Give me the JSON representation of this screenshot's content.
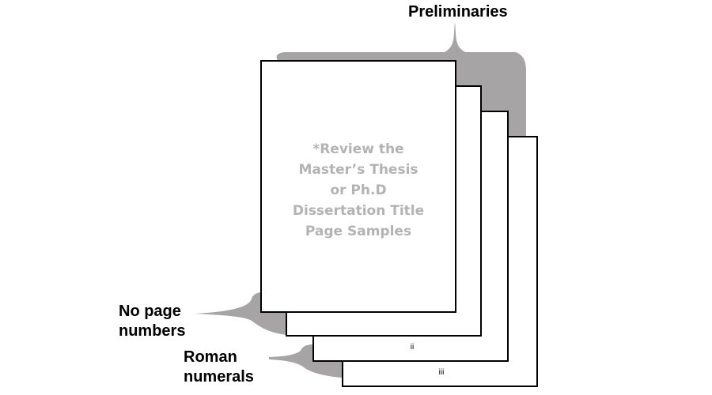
{
  "labels": {
    "preliminaries": "Preliminaries",
    "no_page_numbers": [
      "No page",
      "numbers"
    ],
    "roman_numerals": [
      "Roman",
      "numerals"
    ]
  },
  "front_page_note": [
    "*Review the",
    "Master’s Thesis",
    "or Ph.D",
    "Dissertation Title",
    "Page Samples"
  ],
  "page_numbers": [
    "ii",
    "iii"
  ],
  "colors": {
    "brace_fill": "#a6a4a4",
    "page_border": "#000000",
    "note_text": "#b3b3b3"
  }
}
